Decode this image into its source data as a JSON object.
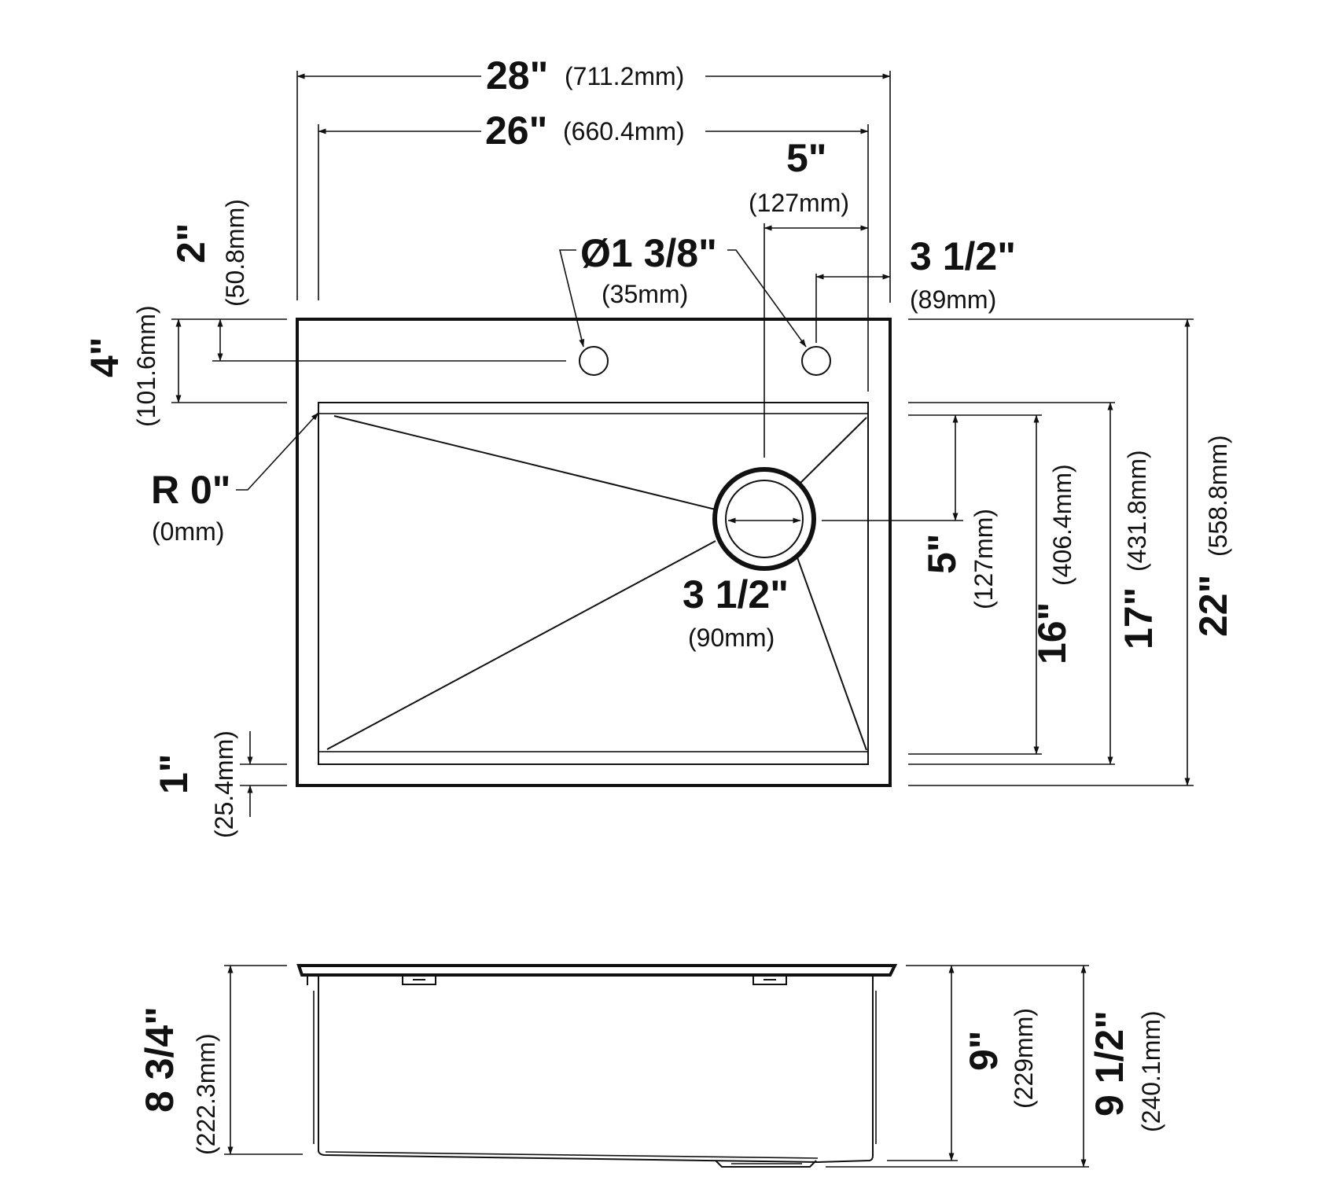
{
  "top_view": {
    "overall_width": {
      "imperial": "28\"",
      "metric": "(711.2mm)"
    },
    "bowl_width": {
      "imperial": "26\"",
      "metric": "(660.4mm)"
    },
    "faucet_hole_spacing": {
      "imperial": "5\"",
      "metric": "(127mm)"
    },
    "faucet_hole_diameter": {
      "imperial": "Ø1 3/8\"",
      "metric": "(35mm)"
    },
    "hole_edge_offset": {
      "imperial": "3 1/2\"",
      "metric": "(89mm)"
    },
    "hole_center_from_top": {
      "imperial": "2\"",
      "metric": "(50.8mm)"
    },
    "deck_depth": {
      "imperial": "4\"",
      "metric": "(101.6mm)"
    },
    "corner_radius": {
      "imperial": "R 0\"",
      "metric": "(0mm)"
    },
    "drain_diameter": {
      "imperial": "3 1/2\"",
      "metric": "(90mm)"
    },
    "drain_from_back": {
      "imperial": "5\"",
      "metric": "(127mm)"
    },
    "bowl_depth_inner": {
      "imperial": "16\"",
      "metric": "(406.4mm)"
    },
    "bowl_depth_outer": {
      "imperial": "17\"",
      "metric": "(431.8mm)"
    },
    "overall_depth": {
      "imperial": "22\"",
      "metric": "(558.8mm)"
    },
    "front_rim": {
      "imperial": "1\"",
      "metric": "(25.4mm)"
    }
  },
  "side_view": {
    "bowl_height": {
      "imperial": "8 3/4\"",
      "metric": "(222.3mm)"
    },
    "drain_height": {
      "imperial": "9\"",
      "metric": "(229mm)"
    },
    "overall_height": {
      "imperial": "9 1/2\"",
      "metric": "(240.1mm)"
    }
  }
}
